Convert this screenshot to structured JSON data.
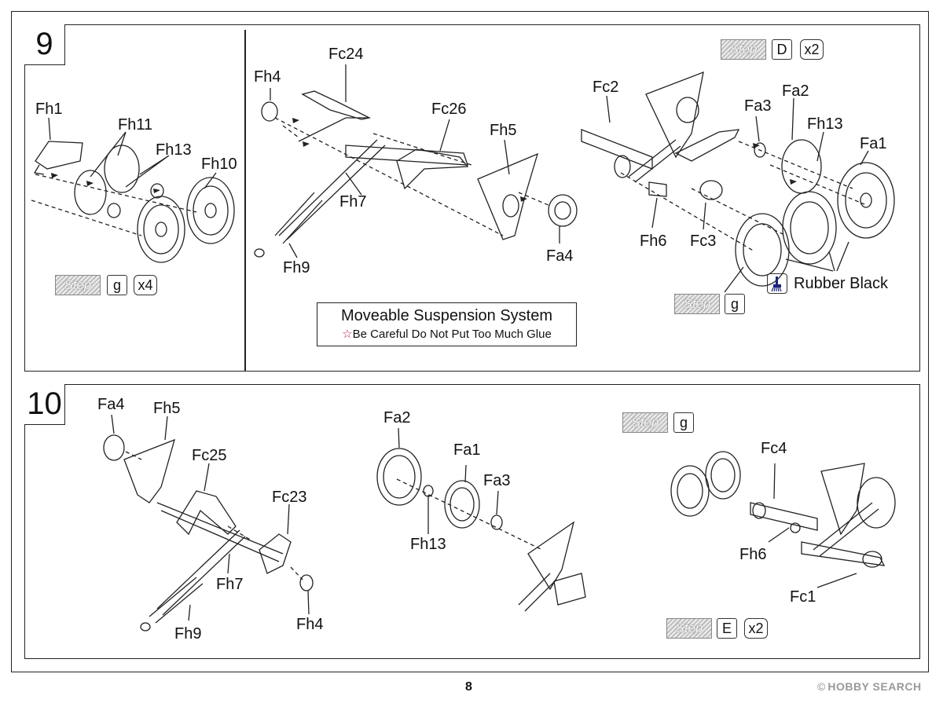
{
  "steps": [
    {
      "number": "9",
      "left_labels": [
        "Fh1",
        "Fh11",
        "Fh13",
        "Fh10"
      ],
      "left_step": {
        "word": "Step",
        "ref": "g",
        "mult": "x4"
      },
      "mid_labels": [
        "Fh4",
        "Fc24",
        "Fc26",
        "Fh5",
        "Fh7",
        "Fh9",
        "Fa4"
      ],
      "note": {
        "title": "Moveable Suspension System",
        "star": "☆",
        "warning": "Be Careful Do Not Put Too Much Glue"
      },
      "right_top_step": {
        "word": "Step",
        "ref": "D",
        "mult": "x2"
      },
      "right_labels": [
        "Fc2",
        "Fa3",
        "Fa2",
        "Fh13",
        "Fa1",
        "Fh6",
        "Fc3"
      ],
      "paint": "Rubber Black",
      "right_bottom_step": {
        "word": "Step",
        "ref": "g"
      }
    },
    {
      "number": "10",
      "left_labels": [
        "Fa4",
        "Fh5",
        "Fc25",
        "Fc23",
        "Fh7",
        "Fh9",
        "Fh4"
      ],
      "mid_labels": [
        "Fa2",
        "Fa1",
        "Fa3",
        "Fh13"
      ],
      "right_top_step": {
        "word": "Step",
        "ref": "g"
      },
      "right_labels": [
        "Fc4",
        "Fh6",
        "Fc1"
      ],
      "right_bottom_step": {
        "word": "Step",
        "ref": "E",
        "mult": "x2"
      }
    }
  ],
  "footer": {
    "page_number": "8",
    "watermark": "HOBBY SEARCH"
  }
}
